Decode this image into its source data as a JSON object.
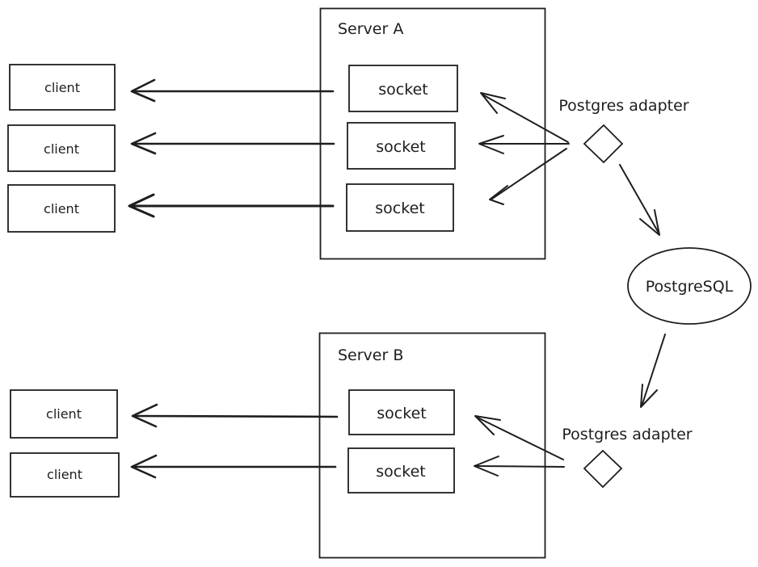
{
  "diagram": {
    "background_color": "#ffffff",
    "stroke_color": "#1e1e1e",
    "top": {
      "server_label": "Server A",
      "socket_labels": [
        "socket",
        "socket",
        "socket"
      ],
      "client_labels": [
        "client",
        "client",
        "client"
      ],
      "adapter_label": "Postgres adapter"
    },
    "bottom": {
      "server_label": "Server B",
      "socket_labels": [
        "socket",
        "socket"
      ],
      "client_labels": [
        "client",
        "client"
      ],
      "adapter_label": "Postgres adapter"
    },
    "database_label": "PostgreSQL"
  }
}
